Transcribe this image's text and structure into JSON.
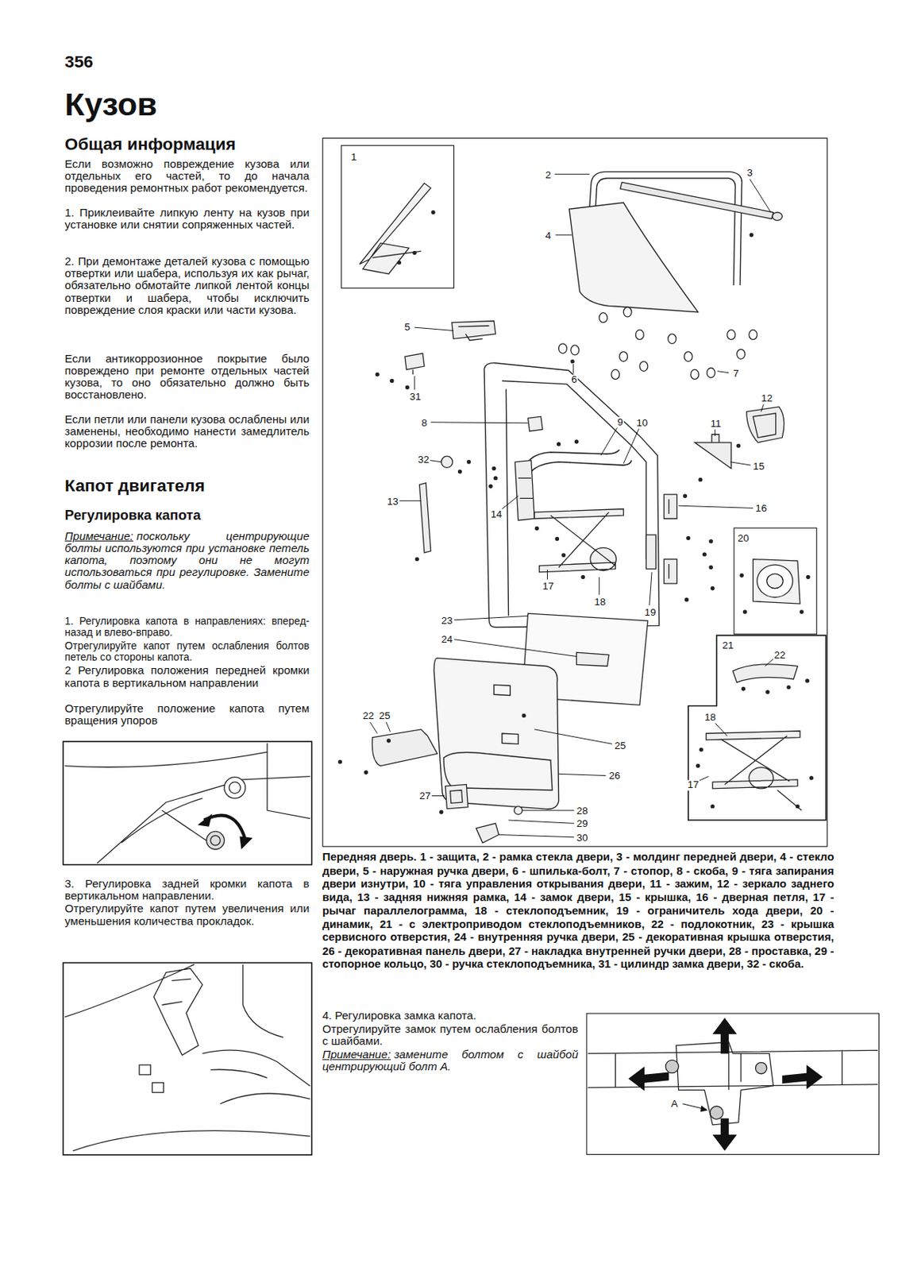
{
  "diagram": {
    "title": "Кузов",
    "caption": "Передняя дверь. 1 - защита, 2 - рамка стекла двери, 3 - молдинг передней двери, 4 - стекло двери, 5 - наружная ручка двери, 6 - шпилька-болт, 7 - стопор, 8 - скоба, 9 - тяга запирания двери изнутри, 10 - тяга управления открывания двери, 11 - зажим, 12 - зеркало заднего вида, 13 - задняя нижняя рамка, 14 - замок двери, 15 - крышка, 16 - дверная петля, 17 - рычаг параллелограмма, 18 - стеклоподъемник, 19 - ограничитель хода двери, 20 - динамик, 21 - с электроприводом стеклоподъемников, 22 - подлокотник, 23 - крышка сервисного отверстия, 24 - внутренняя ручка двери, 25 - декоративная крышка отверстия, 26 - декоративная панель двери, 27 - накладка внутренней ручки двери, 28 - проставка, 29 - стопорное кольцо, 30 - ручка стеклоподъемника, 31 - цилиндр замка двери, 32 - скоба.",
    "nodes": [
      {
        "text": [
          "2",
          "3",
          "4",
          "5",
          "31",
          "6",
          "7",
          "8",
          "9",
          "10",
          "11",
          "12",
          "32",
          "13",
          "14",
          "15",
          "16",
          "17",
          "18",
          "19",
          "23",
          "24",
          "22",
          "25",
          "25",
          "26",
          "27",
          "28",
          "29",
          "30"
        ]
      },
      {
        "text": [
          "1"
        ],
        "in": 0
      },
      {
        "text": [
          "20"
        ],
        "in": 0
      },
      {
        "text": [
          "21",
          "22",
          "18",
          "17"
        ],
        "in": 0
      },
      {
        "text": [
          "A"
        ]
      }
    ],
    "labels": [
      "356",
      "Общая информация",
      "Если возможно повреждение кузова или отдельных его частей, то до начала проведения ремонтных работ рекомендуется.",
      "1. Приклеивайте липкую ленту на кузов при установке или снятии сопряженных частей.",
      "2. При демонтаже деталей кузова с помощью отвертки или шабера, используя их как рычаг, обязательно обмотайте липкой лентой концы отвертки и шабера, чтобы исключить повреждение слоя краски или части кузова.",
      "Если антикоррозионное покрытие было повреждено при ремонте отдельных частей кузова, то оно обязательно должно быть восстановлено.",
      "Если петли или панели кузова ослаблены или заменены, необходимо нанести замедлитель коррозии после ремонта.",
      "Капот двигателя",
      "Регулировка капота",
      "Примечание:",
      "поскольку центрирующие болты используются при установке петель капота, поэтому они не могут использоваться при регулировке. Замените болты с шайбами.",
      "1. Регулировка капота в направлениях: вперед-назад и влево-вправо.",
      "Отрегулируйте капот путем ослабления болтов петель со стороны капота.",
      "2 Регулировка положения передней кромки капота в вертикальном направлении",
      "Отрегулируйте положение капота путем вращения упоров",
      "3. Регулировка задней кромки капота в вертикальном направлении.",
      "Отрегулируйте капот путем увеличения или уменьшения количества прокладок.",
      "4. Регулировка замка капота.",
      "Отрегулируйте замок путем ослабления болтов с шайбами.",
      "Примечание:",
      "замените болтом с шайбой центрирующий болт А."
    ]
  }
}
